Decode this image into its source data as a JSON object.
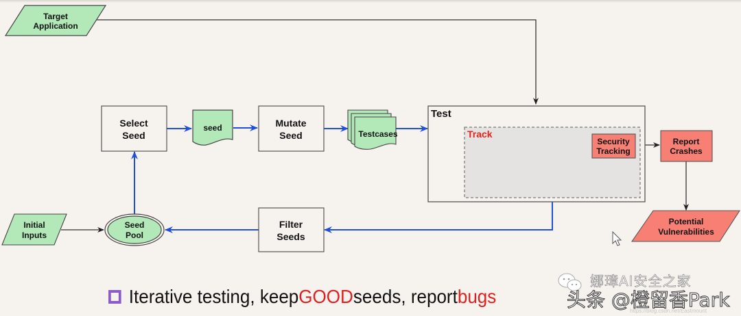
{
  "diagram": {
    "nodes": {
      "target_application": {
        "line1": "Target",
        "line2": "Application"
      },
      "select_seed": {
        "line1": "Select",
        "line2": "Seed"
      },
      "seed": {
        "label": "seed"
      },
      "mutate_seed": {
        "line1": "Mutate",
        "line2": "Seed"
      },
      "testcases": {
        "label": "Testcases"
      },
      "test": {
        "label": "Test"
      },
      "track": {
        "label": "Track"
      },
      "security_tracking": {
        "line1": "Security",
        "line2": "Tracking"
      },
      "report_crashes": {
        "line1": "Report",
        "line2": "Crashes"
      },
      "potential_vulnerabilities": {
        "line1": "Potential",
        "line2": "Vulnerabilities"
      },
      "initial_inputs": {
        "line1": "Initial",
        "line2": "Inputs"
      },
      "seed_pool": {
        "line1": "Seed",
        "line2": "Pool"
      },
      "filter_seeds": {
        "line1": "Filter",
        "line2": "Seeds"
      }
    },
    "edges": [
      {
        "from": "target_application",
        "to": "test",
        "style": "black"
      },
      {
        "from": "select_seed",
        "to": "seed",
        "style": "blue"
      },
      {
        "from": "seed",
        "to": "mutate_seed",
        "style": "blue"
      },
      {
        "from": "mutate_seed",
        "to": "testcases",
        "style": "blue"
      },
      {
        "from": "testcases",
        "to": "test",
        "style": "blue"
      },
      {
        "from": "security_tracking",
        "to": "report_crashes",
        "style": "black"
      },
      {
        "from": "report_crashes",
        "to": "potential_vulnerabilities",
        "style": "black"
      },
      {
        "from": "track",
        "to": "filter_seeds",
        "style": "blue"
      },
      {
        "from": "filter_seeds",
        "to": "seed_pool",
        "style": "blue"
      },
      {
        "from": "initial_inputs",
        "to": "seed_pool",
        "style": "black"
      },
      {
        "from": "seed_pool",
        "to": "select_seed",
        "style": "blue"
      }
    ],
    "colors": {
      "green_fill": "#b3e8b8",
      "red_fill": "#f77f74",
      "blue_arrow": "#1f4fe0",
      "track_fill": "#e4e3e1",
      "track_label": "#e8231b"
    }
  },
  "caption": {
    "part1": "Iterative testing, keep ",
    "good": "GOOD",
    "part2": " seeds, report ",
    "bugs": "bugs",
    "bullet_color": "#8b5bc9",
    "highlight_color": "#e02020"
  },
  "watermark": {
    "line1": "娜璋AI安全之家",
    "line2": "头条 @橙留香Park",
    "line3": "https://blog.csdn.net/Eastmount"
  }
}
